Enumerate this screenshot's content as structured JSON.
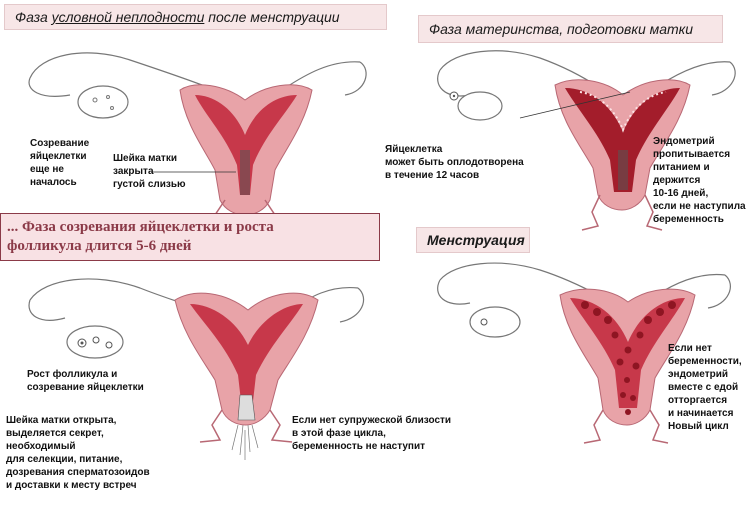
{
  "panel_top_left": {
    "title_prefix": "Фаза ",
    "title_underlined": "условной неплодности",
    "title_suffix": "  после менструации",
    "label_ovary": [
      "Созревание",
      "яйцеклетки",
      "еще не",
      "началось"
    ],
    "label_cervix": [
      "Шейка матки",
      " закрыта",
      " густой слизью"
    ]
  },
  "panel_top_right": {
    "title": "Фаза материнства, подготовки матки",
    "label_egg": [
      "Яйцеклетка",
      "может быть оплодотворена",
      "в течение 12 часов"
    ],
    "label_endometrium": [
      "Эндометрий",
      "пропитывается",
      "питанием и",
      "держится",
      "10-16 дней,",
      "если не наступила",
      "беременность"
    ]
  },
  "banner": {
    "line1": "... Фаза  созревания яйцеклетки  и роста",
    "line2": "фолликула длится 5-6 дней"
  },
  "panel_bottom_left": {
    "label_follicle": [
      "Рост фолликула и",
      "созревание яйцеклетки"
    ],
    "label_cervix_open": [
      "Шейка матки открыта,",
      "выделяется секрет,",
      "необходимый",
      "для селекции,  питание,",
      "дозревания сперматозоидов",
      "и доставки к месту встреч"
    ],
    "label_no_contact": [
      "Если нет супружеской близости",
      " в этой фазе цикла,",
      "беременность не наступит"
    ]
  },
  "panel_bottom_right": {
    "title": "Менструация",
    "label_new_cycle": [
      "Если нет",
      "беременности,",
      "эндометрий",
      "вместе с едой",
      "отторгается",
      "и начинается",
      "Новый цикл"
    ]
  },
  "colors": {
    "uterus_outer": "#e8a3a8",
    "uterus_inner": "#c7384a",
    "endometrium": "#a31d2b",
    "banner_text": "#8b3a48",
    "title_bg": "#f7e6e7"
  }
}
